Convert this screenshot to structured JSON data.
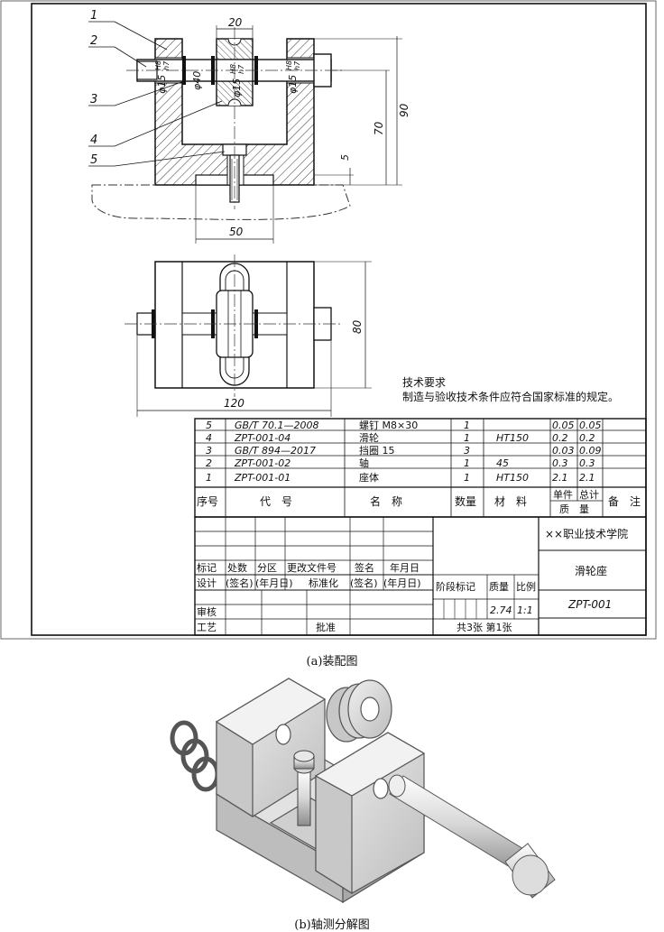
{
  "assembly_drawing": {
    "part_callouts": [
      "1",
      "2",
      "3",
      "4",
      "5"
    ],
    "dimensions": {
      "d20": "20",
      "d40": "φ40",
      "d90": "90",
      "d70": "70",
      "d5": "5",
      "d50": "50",
      "d80": "80",
      "d120": "120",
      "fit_left": "φ15",
      "fit_mid": "φ15",
      "fit_right": "φ15",
      "fit_hole": "H8",
      "fit_shaft": "h7"
    },
    "tech_title": "技术要求",
    "tech_text": "制造与验收技术条件应符合国家标准的规定。"
  },
  "bom": {
    "headers": {
      "seq": "序号",
      "code": "代　号",
      "name": "名　称",
      "qty": "数量",
      "material": "材　料",
      "unit": "单件",
      "total": "总计",
      "mass": "质　量",
      "remark": "备　注"
    },
    "rows": [
      {
        "seq": "5",
        "code": "GB/T 70.1—2008",
        "name": "螺钉  M8×30",
        "qty": "1",
        "material": "",
        "unit": "0.05",
        "total": "0.05"
      },
      {
        "seq": "4",
        "code": "ZPT-001-04",
        "name": "滑轮",
        "qty": "1",
        "material": "HT150",
        "unit": "0.2",
        "total": "0.2"
      },
      {
        "seq": "3",
        "code": "GB/T 894—2017",
        "name": "挡圈  15",
        "qty": "3",
        "material": "",
        "unit": "0.03",
        "total": "0.09"
      },
      {
        "seq": "2",
        "code": "ZPT-001-02",
        "name": "轴",
        "qty": "1",
        "material": "45",
        "unit": "0.3",
        "total": "0.3"
      },
      {
        "seq": "1",
        "code": "ZPT-001-01",
        "name": "座体",
        "qty": "1",
        "material": "HT150",
        "unit": "2.1",
        "total": "2.1"
      }
    ]
  },
  "title_block": {
    "rev_headers": [
      "标记",
      "处数",
      "分区",
      "更改文件号",
      "签名",
      "年月日"
    ],
    "design_row": [
      "设计",
      "(签名)",
      "(年月日)",
      "标准化",
      "(签名)",
      "(年月日)"
    ],
    "review": "审核",
    "process": "工艺",
    "approve": "批准",
    "stage_mark": "阶段标记",
    "mass_label": "质量",
    "scale_label": "比例",
    "mass": "2.74",
    "scale": "1:1",
    "sheets": "共3张  第1张",
    "company": "××职业技术学院",
    "drawing_name": "滑轮座",
    "drawing_no": "ZPT-001"
  },
  "captions": {
    "a": "(a)装配图",
    "b": "(b)轴测分解图"
  }
}
